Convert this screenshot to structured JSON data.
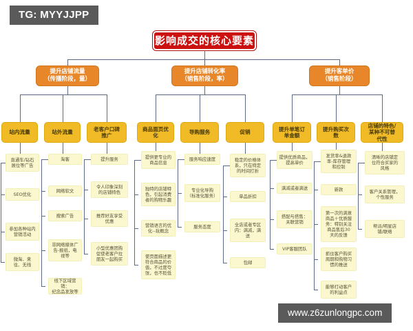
{
  "watermarks": {
    "tg": "TG: MYYJJPP",
    "site": "www.z6zunlongpc.com"
  },
  "colors": {
    "root": "#cc1111",
    "level2": "#e8862a",
    "level3": "#f0bb26",
    "leaf": "#fbf8cf",
    "connector": "#5a6a86",
    "watermark_bg": "#5a5a5a"
  },
  "diagram": {
    "type": "tree",
    "title": "影响成交的核心要素",
    "branches": [
      {
        "label": "提升店铺流量\n（传播阶段，量）",
        "groups": [
          {
            "label": "站内流量",
            "items": [
              "直通车/钻石\n展位等广告",
              "SEO优化",
              "参加各种站内\n营销活动",
              "微淘、来\n往、无线"
            ]
          },
          {
            "label": "站外流量",
            "items": [
              "淘客",
              "网络软文",
              "搜索广告",
              "非网络媒体广\n告-报纸，电\n视等",
              "线下区域营销：\n纪念品发放等"
            ]
          },
          {
            "label": "老客户口碑\n推广",
            "items": [
              "提升服务",
              "令人印象深刻\n的店铺特色",
              "推荐好友享受\n优惠",
              "小型优惠团购\n促使老客户拉\n朋友一起购买"
            ]
          }
        ]
      },
      {
        "label": "提升店铺转化率\n（销售阶段，率）",
        "groups": [
          {
            "label": "商品面页优\n化",
            "items": [
              "提供更专业的\n商品信息",
              "独特的店铺特\n色，引起消费\n者的购物乐趣",
              "营销语言的优\n化--玩概念",
              "使页面描述更\n符合商品的价\n值，不过度夸\n张，也不贬低"
            ]
          },
          {
            "label": "导购服务",
            "items": [
              "服务响应速度",
              "专业化导购\n（标准化服务）",
              "服务态度"
            ]
          },
          {
            "label": "促销",
            "items": [
              "稳定的价格体\n系，只在特定\n的时间打折",
              "单品折扣",
              "全店或者专区\n内：满减，满\n送",
              "包邮"
            ]
          }
        ]
      },
      {
        "label": "提升客单价\n（销售阶段）",
        "groups": [
          {
            "label": "提升单笔订\n单金额",
            "items": [
              "提供优质商品，\n提高单价",
              "满减或者满送",
              "搭配与搭售：\n关联营销",
              "VIP客服团队"
            ]
          },
          {
            "label": "提升购买次\n数",
            "items": [
              "发货率&退款\n率-库存管理\n和控制",
              "新款",
              "第一次的满意\n商品＋优质服\n务：特别关注\n商品售后30\n天的反馈",
              "抓住客户购买\n周期和购物习\n惯的推送",
              "能够打动客户\n的利益点"
            ]
          },
          {
            "label": "店铺的特色/\n某种不可替\n代性",
            "items": [
              "清晰的店铺定\n位符合买家的\n风格",
              "客户关系管理，\n个性服务",
              "帮派/明星店\n铺/联络"
            ]
          }
        ]
      }
    ]
  }
}
